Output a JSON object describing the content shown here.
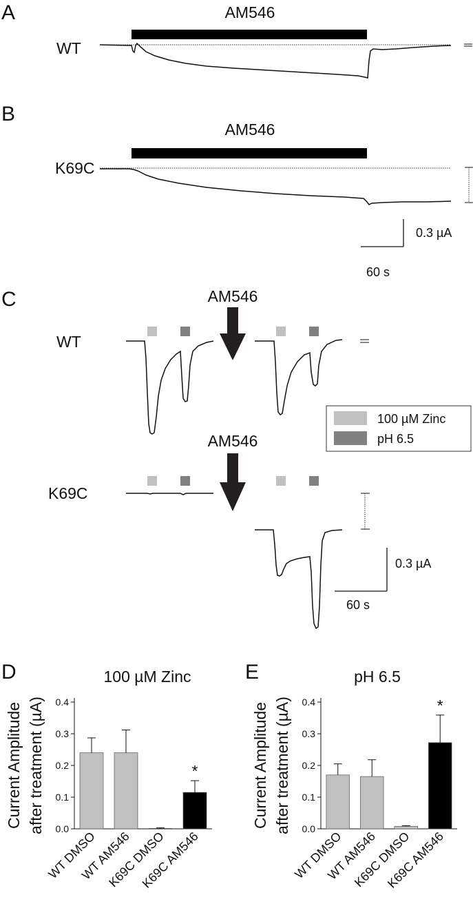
{
  "panels": {
    "A": {
      "letter": "A",
      "drug": "AM546",
      "trace_label": "WT"
    },
    "B": {
      "letter": "B",
      "drug": "AM546",
      "trace_label": "K69C",
      "scale_current": "0.3 µA",
      "scale_time": "60 s"
    },
    "C": {
      "letter": "C",
      "drug_top": "AM546",
      "drug_bottom": "AM546",
      "label_wt": "WT",
      "label_k69c": "K69C",
      "legend": [
        {
          "label": "100 µM Zinc",
          "color": "#c0c0c0"
        },
        {
          "label": "pH 6.5",
          "color": "#808080"
        }
      ],
      "scale_current": "0.3 µA",
      "scale_time": "60 s"
    }
  },
  "chart_data": [
    {
      "panel": "D",
      "type": "bar",
      "title": "100 µM Zinc",
      "ylabel_line1": "Current Amplitude",
      "ylabel_line2": "after treatment (µA)",
      "categories": [
        "WT DMSO",
        "WT AM546",
        "K69C DMSO",
        "K69C AM546"
      ],
      "values": [
        0.24,
        0.24,
        0.0,
        0.115
      ],
      "errors": [
        0.047,
        0.072,
        0.003,
        0.037
      ],
      "colors": [
        "#c0c0c0",
        "#c0c0c0",
        "#c0c0c0",
        "#000000"
      ],
      "significance": [
        "",
        "",
        "",
        "*"
      ],
      "ylim": [
        0,
        0.4
      ],
      "yticks": [
        "0.0",
        "0.1",
        "0.2",
        "0.3",
        "0.4"
      ]
    },
    {
      "panel": "E",
      "type": "bar",
      "title": "pH 6.5",
      "ylabel_line1": "Current Amplitude",
      "ylabel_line2": "after treatment (µA)",
      "categories": [
        "WT DMSO",
        "WT AM546",
        "K69C DMSO",
        "K69C AM546"
      ],
      "values": [
        0.17,
        0.165,
        0.008,
        0.272
      ],
      "errors": [
        0.035,
        0.053,
        0.002,
        0.087
      ],
      "colors": [
        "#c0c0c0",
        "#c0c0c0",
        "#c0c0c0",
        "#000000"
      ],
      "significance": [
        "",
        "",
        "",
        "*"
      ],
      "ylim": [
        0,
        0.4
      ],
      "yticks": [
        "0.0",
        "0.1",
        "0.2",
        "0.3",
        "0.4"
      ]
    }
  ]
}
